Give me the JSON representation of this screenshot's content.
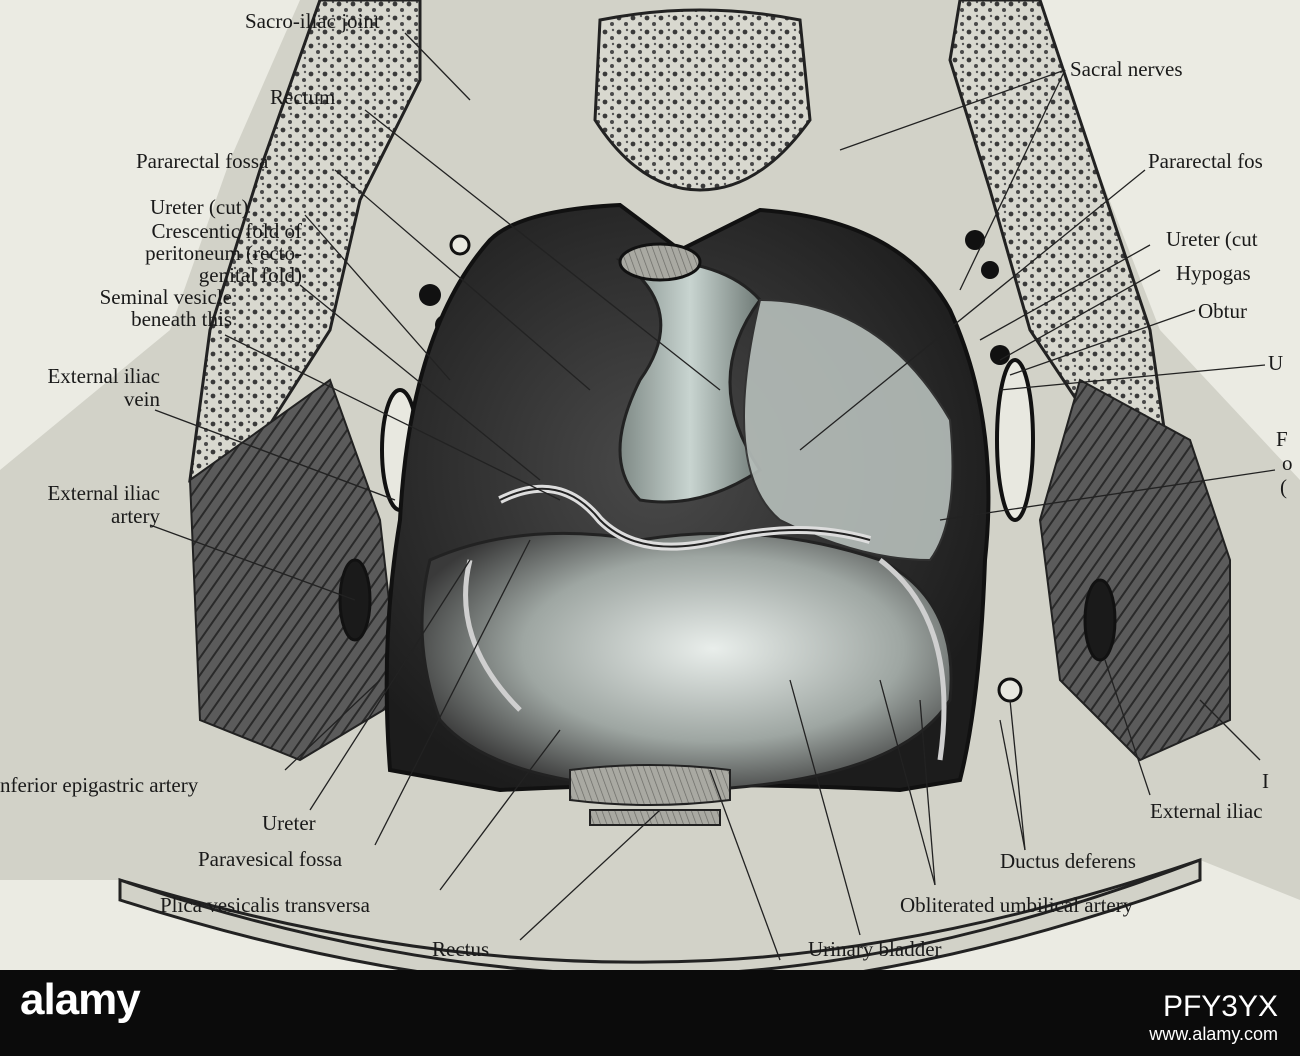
{
  "figure": {
    "labels": {
      "sacro_iliac_joint": "Sacro-iliac joint",
      "rectum": "Rectum",
      "pararectal_fossa_left": "Pararectal fossa",
      "ureter_cut_left": "Ureter (cut)",
      "crescentic_fold_l1": "Crescentic fold of",
      "crescentic_fold_l2": "peritoneum (recto-",
      "crescentic_fold_l3": "genital fold)",
      "seminal_vesicle_l1": "Seminal vesicle",
      "seminal_vesicle_l2": "beneath this",
      "ext_iliac_vein_l1": "External iliac",
      "ext_iliac_vein_l2": "vein",
      "ext_iliac_artery_l1": "External iliac",
      "ext_iliac_artery_l2": "artery",
      "inferior_epigastric": "nferior epigastric artery",
      "ureter": "Ureter",
      "paravesical_fossa": "Paravesical fossa",
      "plica_vesicalis": "Plica vesicalis transversa",
      "rectus": "Rectus",
      "urinary_bladder": "Urinary bladder",
      "sacral_nerves": "Sacral nerves",
      "pararectal_fossa_right": "Pararectal fos",
      "ureter_cut_right": "Ureter (cut",
      "hypogastric": "Hypogas",
      "obturator": "Obtur",
      "right_u": "U",
      "right_f": "F",
      "right_o": "o",
      "right_paren": "(",
      "right_i": "I",
      "external_iliac_right": "External iliac",
      "ductus_deferens": "Ductus deferens",
      "obliterated_umbilical": "Obliterated umbilical artery"
    }
  },
  "watermark": {
    "brand": "alamy",
    "stock_id": "PFY3YX",
    "site": "www.alamy.com"
  },
  "colors": {
    "paper": "#ebebe3",
    "ink": "#1a1a1a",
    "cavity": "#2c2c2c",
    "rectum_tint": "#b9c7c2",
    "bladder_tint": "#c9d1cd",
    "banner": "#0b0b0b"
  }
}
